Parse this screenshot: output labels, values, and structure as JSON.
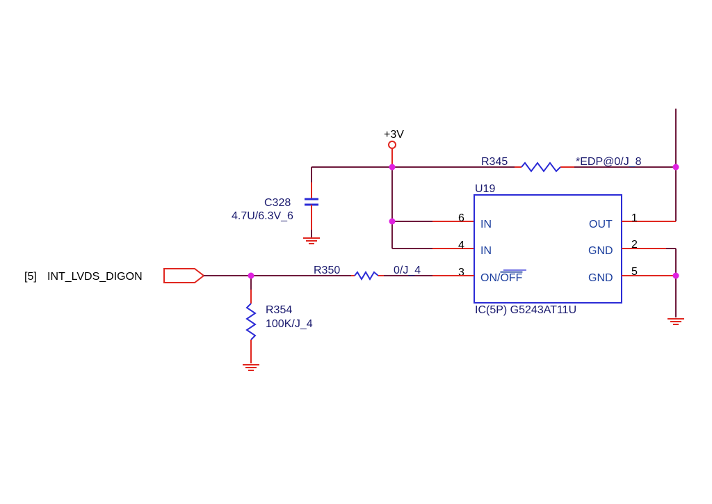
{
  "power": {
    "label": "+3V"
  },
  "resistors": {
    "r345": {
      "ref": "R345",
      "value": "*EDP@0/J_8"
    },
    "r350": {
      "ref": "R350",
      "value": "0/J_4"
    },
    "r354": {
      "ref": "R354",
      "value": "100K/J_4"
    }
  },
  "capacitor": {
    "ref": "C328",
    "value": "4.7U/6.3V_6"
  },
  "ic": {
    "ref": "U19",
    "part": "IC(5P) G5243AT11U",
    "pins": [
      {
        "number": "6",
        "name": "IN"
      },
      {
        "number": "4",
        "name": "IN"
      },
      {
        "number": "3",
        "name": "ON/OFF"
      },
      {
        "number": "1",
        "name": "OUT"
      },
      {
        "number": "2",
        "name": "GND"
      },
      {
        "number": "5",
        "name": "GND"
      }
    ],
    "on_off_parts": {
      "on": "ON/",
      "off": "OFF"
    }
  },
  "port": {
    "sheet_ref": "[5]",
    "net_name": "INT_LVDS_DIGON"
  }
}
